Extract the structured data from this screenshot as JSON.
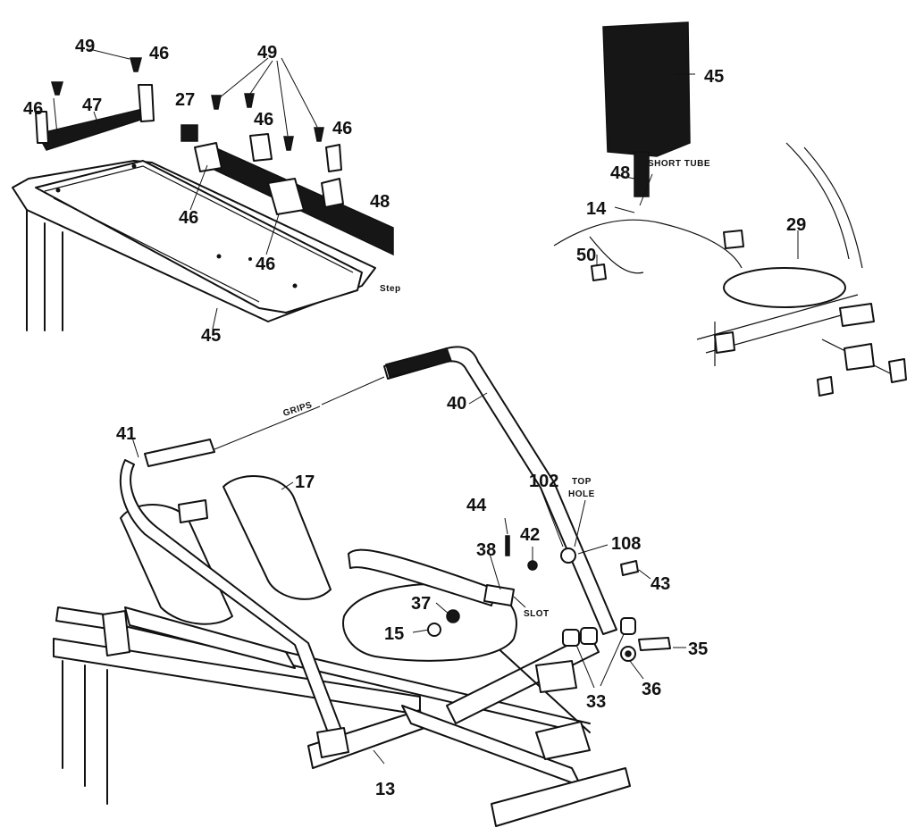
{
  "diagram": {
    "callouts": {
      "n49a": "49",
      "n46a": "46",
      "n46b": "46",
      "n47": "47",
      "n27": "27",
      "n49b": "49",
      "n46c": "46",
      "n46d": "46",
      "n46e": "46",
      "n48a": "48",
      "n46f": "46",
      "n45a": "45",
      "n45b": "45",
      "n48b": "48",
      "n14": "14",
      "n50": "50",
      "n29": "29",
      "n40": "40",
      "n41": "41",
      "n17": "17",
      "n102": "102",
      "n44": "44",
      "n42": "42",
      "n108": "108",
      "n38": "38",
      "n43": "43",
      "n37": "37",
      "n15": "15",
      "n35": "35",
      "n33": "33",
      "n36": "36",
      "n13": "13"
    },
    "labels": {
      "step": "Step",
      "short_tube": "SHORT TUBE",
      "grips": "GRIPS",
      "top": "TOP",
      "hole": "HOLE",
      "slot": "SLOT"
    }
  }
}
